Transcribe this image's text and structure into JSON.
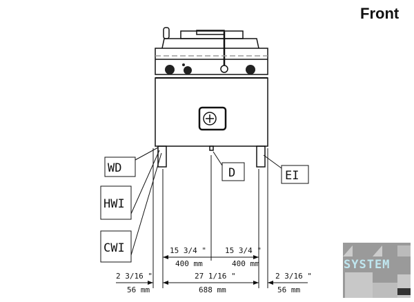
{
  "title": "Front",
  "labels": {
    "wd": "WD",
    "d": "D",
    "ei": "EI",
    "hwi": "HWI",
    "cwi": "CWI"
  },
  "dimensions": {
    "left_half_in": "15 3/4 \"",
    "left_half_mm": "400 mm",
    "right_half_in": "15 3/4 \"",
    "right_half_mm": "400 mm",
    "total_in": "27 1/16 \"",
    "total_mm": "688 mm",
    "left_offset_in": "2 3/16 \"",
    "left_offset_mm": "56 mm",
    "right_offset_in": "2 3/16 \"",
    "right_offset_mm": "56 mm"
  },
  "logo": {
    "text": "SYSTEM"
  }
}
